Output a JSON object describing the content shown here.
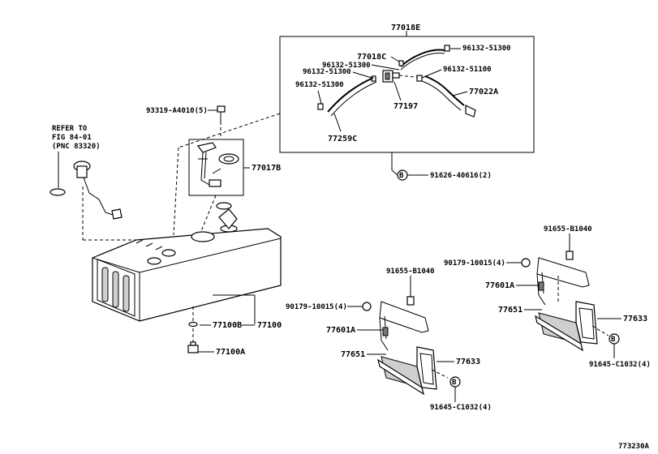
{
  "labels": {
    "l_77018E": "77018E",
    "l_96132_51300_a": "96132-51300",
    "l_77018C": "77018C",
    "l_96132_51300_b": "96132-51300",
    "l_96132_51300_c": "96132-51300",
    "l_96132_51100": "96132-51100",
    "l_96132_51300_d": "96132-51300",
    "l_77022A": "77022A",
    "l_77197": "77197",
    "l_77259C": "77259C",
    "l_93319": "93319-A4010(5)",
    "l_77017B": "77017B",
    "l_91626": "91626-40616(2)",
    "l_refer_1": "REFER TO",
    "l_refer_2": "FIG 84-01",
    "l_refer_3": "(PNC 83320)",
    "l_77100B": "77100B",
    "l_77100": "77100",
    "l_77100A": "77100A",
    "l_91655_a": "91655-B1040",
    "l_90179_a": "90179-10015(4)",
    "l_77601A_a": "77601A",
    "l_77651_a": "77651",
    "l_77633_a": "77633",
    "l_91645_a": "91645-C1032(4)",
    "l_91655_b": "91655-B1040",
    "l_90179_b": "90179-10015(4)",
    "l_77601A_b": "77601A",
    "l_77651_b": "77651",
    "l_77633_b": "77633",
    "l_91645_b": "91645-C1032(4)",
    "callout_B": "B",
    "figure_code": "773230A"
  }
}
